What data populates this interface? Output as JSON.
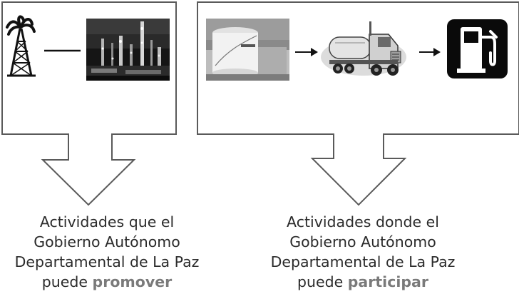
{
  "left_panel": {
    "caption": {
      "line1": "Actividades que el",
      "line2": "Gobierno Autónomo",
      "line3": "Departamental de La Paz",
      "line4_prefix": "puede ",
      "line4_emphasis": "promover"
    },
    "icons": [
      "oil-derrick-icon",
      "refinery-photo"
    ]
  },
  "right_panel": {
    "caption": {
      "line1": "Actividades donde el",
      "line2": "Gobierno Autónomo",
      "line3": "Departamental de La Paz",
      "line4_prefix": "puede ",
      "line4_emphasis": "participar"
    },
    "icons": [
      "storage-tank-photo",
      "tanker-truck-icon",
      "fuel-pump-icon"
    ]
  },
  "colors": {
    "frame": "#5a5a5a",
    "emphasis": "#7a7a7a",
    "text": "#2b2b2b"
  }
}
